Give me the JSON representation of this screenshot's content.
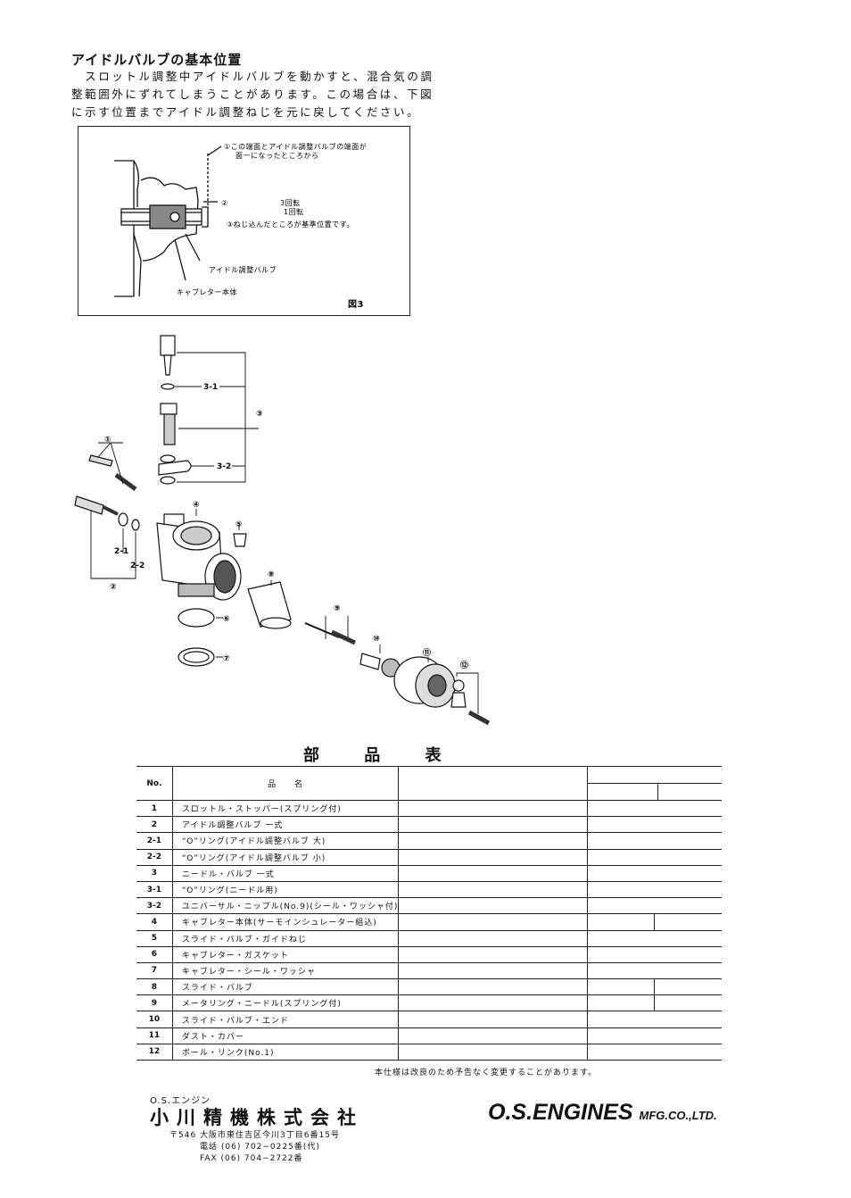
{
  "section": {
    "title": "アイドルバルブの基本位置",
    "lines": [
      "　スロットル調整中アイドルバルブを動かすと、混合気の調",
      "整範囲外にずれてしまうことがあります。この場合は、下図",
      "に示す位置までアイドル調整ねじを元に戻してください。"
    ]
  },
  "figure3": {
    "note1a": "①この端面とアイドル調整バルブの端面が",
    "note1b": "面一になったところから",
    "marker2": "②",
    "turns3": "3回転",
    "turns1": "1回転",
    "note3": "③ねじ込んだところが基準位置です。",
    "label_valve": "アイドル調整バルブ",
    "label_body": "キャブレター本体",
    "caption": "図3"
  },
  "callouts": [
    "①",
    "②",
    "2-1",
    "2-2",
    "③",
    "3-1",
    "3-2",
    "④",
    "⑤",
    "⑥",
    "⑦",
    "⑧",
    "⑨",
    "⑩",
    "⑪",
    "⑫"
  ],
  "parts_table": {
    "title": "部 品 表",
    "header_no": "No.",
    "header_name": "品　　名",
    "rows": [
      {
        "no": "1",
        "name": "スロットル・ストッパー(スプリング付)",
        "split": false
      },
      {
        "no": "2",
        "name": "アイドル調整バルブ 一式",
        "split": false
      },
      {
        "no": "2-1",
        "name": "“O”リング(アイドル調整バルブ 大)",
        "split": false
      },
      {
        "no": "2-2",
        "name": "“O”リング(アイドル調整バルブ 小)",
        "split": false
      },
      {
        "no": "3",
        "name": "ニードル・バルブ 一式",
        "split": false
      },
      {
        "no": "3-1",
        "name": "“O”リング(ニードル用)",
        "split": false
      },
      {
        "no": "3-2",
        "name": "ユニバーサル・ニップル(No.9)(シール・ワッシャ付)",
        "split": false
      },
      {
        "no": "4",
        "name": "キャブレター本体(サーモインシュレーター組込)",
        "split": true
      },
      {
        "no": "5",
        "name": "スライド・バルブ・ガイドねじ",
        "split": false
      },
      {
        "no": "6",
        "name": "キャブレター・ガスケット",
        "split": false
      },
      {
        "no": "7",
        "name": "キャブレター・シール・ワッシャ",
        "split": false
      },
      {
        "no": "8",
        "name": "スライド・バルブ",
        "split": true
      },
      {
        "no": "9",
        "name": "メータリング・ニードル(スプリング付)",
        "split": true
      },
      {
        "no": "10",
        "name": "スライド・バルブ・エンド",
        "split": false
      },
      {
        "no": "11",
        "name": "ダスト・カバー",
        "split": false
      },
      {
        "no": "12",
        "name": "ボール・リンク(No.1)",
        "split": false
      }
    ],
    "note": "本仕様は改良のため予告なく変更することがあります。"
  },
  "footer": {
    "brand_small": "O.S.エンジン",
    "company": "小川精機株式会社",
    "address": "〒546 大阪市東住吉区今川3丁目6番15号",
    "tel": "電話 (06) 702−0225番(代)",
    "fax": "FAX (06) 704−2722番",
    "logo_main": "O.S.ENGINES",
    "logo_sub": "MFG.CO.,LTD."
  }
}
